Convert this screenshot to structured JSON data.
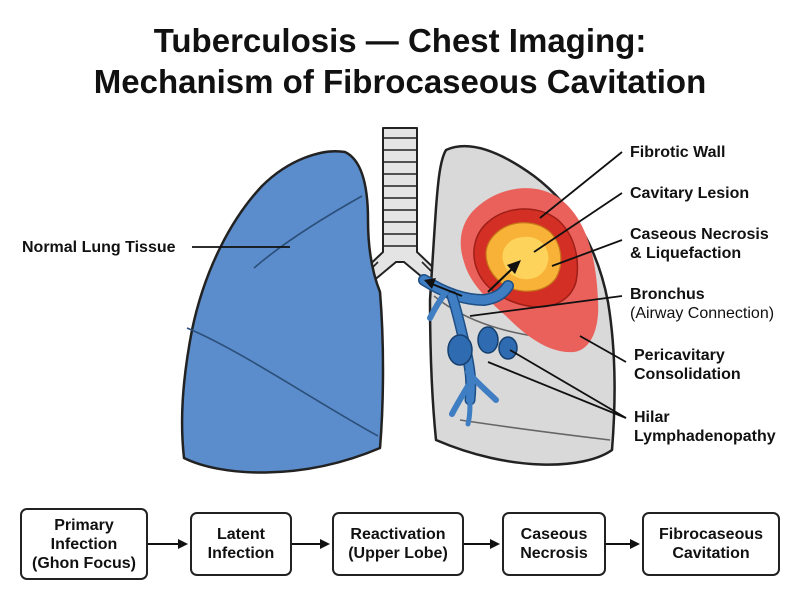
{
  "title": {
    "line1": "Tuberculosis — Chest Imaging:",
    "line2": "Mechanism of Fibrocaseous Cavitation"
  },
  "labels": {
    "normal_lung": "Normal Lung Tissue",
    "fibrotic_wall": "Fibrotic Wall",
    "cavitary_lesion": "Cavitary Lesion",
    "caseous_necrosis": [
      "Caseous Necrosis",
      "& Liquefaction"
    ],
    "bronchus": {
      "main": "Bronchus",
      "sub": "(Airway Connection)"
    },
    "pericavitary": [
      "Pericavitary",
      "Consolidation"
    ],
    "hilar": [
      "Hilar",
      "Lymphadenopathy"
    ]
  },
  "flow": [
    [
      "Primary",
      "Infection",
      "(Ghon Focus)"
    ],
    [
      "Latent",
      "Infection"
    ],
    [
      "Reactivation",
      "(Upper Lobe)"
    ],
    [
      "Caseous",
      "Necrosis"
    ],
    [
      "Fibrocaseous",
      "Cavitation"
    ]
  ],
  "colors": {
    "normal_lung": "#5b8ccb",
    "affected_lung": "#d9d9d9",
    "consolidation": "#e9615a",
    "fibrotic_wall": "#d42f24",
    "necrosis": "#f7b237",
    "necrosis_core": "#fdd35c",
    "bronchus": "#3f7ec2",
    "trachea": "#e4e4e4"
  }
}
